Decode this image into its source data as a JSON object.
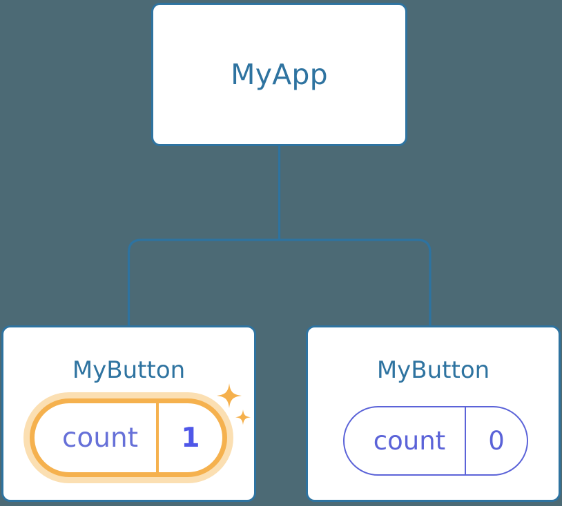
{
  "diagram": {
    "title": "Component tree with reactive state",
    "background_color": "#4c6a75",
    "node_border_color": "#2e73a0",
    "node_title_color": "#2e73a0",
    "connector_color": "#2e73a0",
    "highlight_color": "#f5b14e",
    "highlight_glow_color": "#fbdfb2",
    "state_text_color": "#5b63d8"
  },
  "root": {
    "label": "MyApp"
  },
  "children": [
    {
      "label": "MyButton",
      "state": {
        "key": "count",
        "value": "1"
      },
      "highlighted": true,
      "sparkle_large_icon": "sparkle-icon",
      "sparkle_small_icon": "sparkle-icon"
    },
    {
      "label": "MyButton",
      "state": {
        "key": "count",
        "value": "0"
      },
      "highlighted": false
    }
  ]
}
